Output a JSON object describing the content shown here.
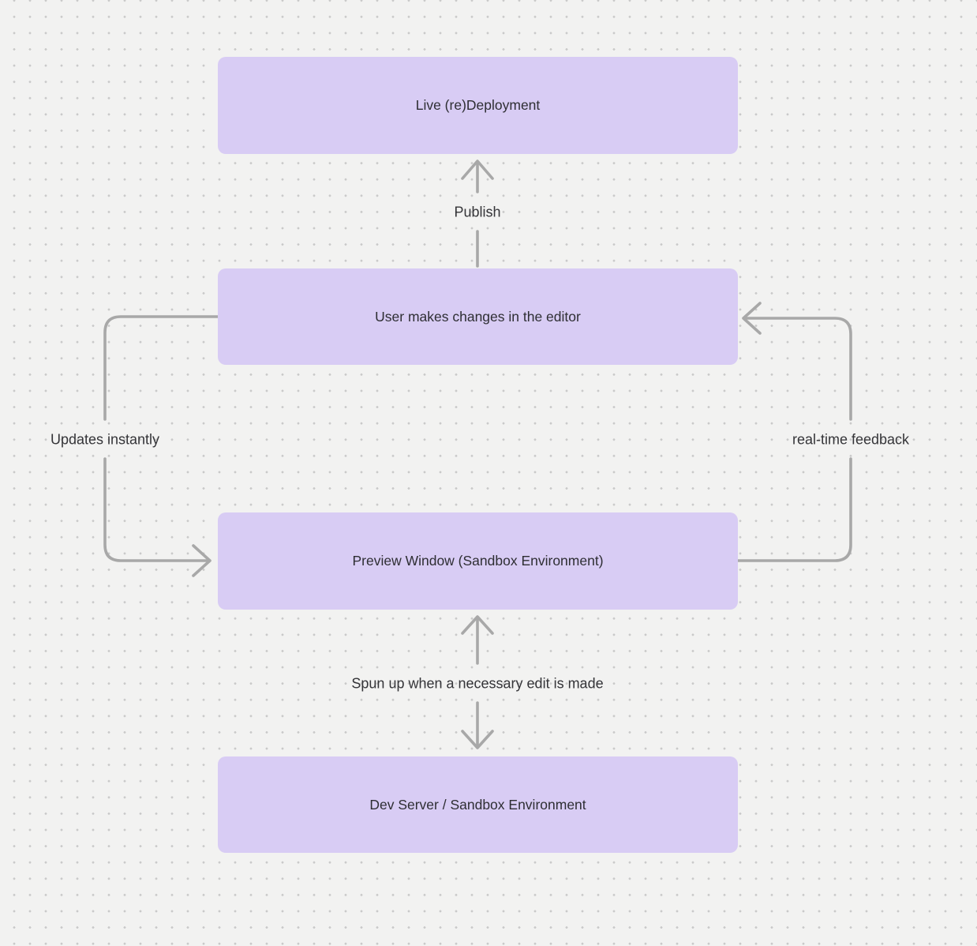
{
  "diagram": {
    "nodes": [
      {
        "id": "live-redeployment",
        "label": "Live (re)Deployment"
      },
      {
        "id": "user-editor",
        "label": "User makes changes in the editor"
      },
      {
        "id": "preview-window",
        "label": "Preview Window (Sandbox Environment)"
      },
      {
        "id": "dev-server",
        "label": "Dev Server / Sandbox Environment"
      }
    ],
    "edge_labels": [
      {
        "id": "publish",
        "label": "Publish"
      },
      {
        "id": "updates-instantly",
        "label": "Updates instantly"
      },
      {
        "id": "real-time-feedback",
        "label": "real-time feedback"
      },
      {
        "id": "spun-up",
        "label": "Spun up when a necessary edit is made"
      }
    ],
    "colors": {
      "background": "#f2f2f1",
      "dot": "#c9c9c9",
      "node_fill": "#d8ccf4",
      "arrow": "#a8a8a8",
      "node_text": "#2e2e33",
      "label_text": "#343438"
    }
  }
}
